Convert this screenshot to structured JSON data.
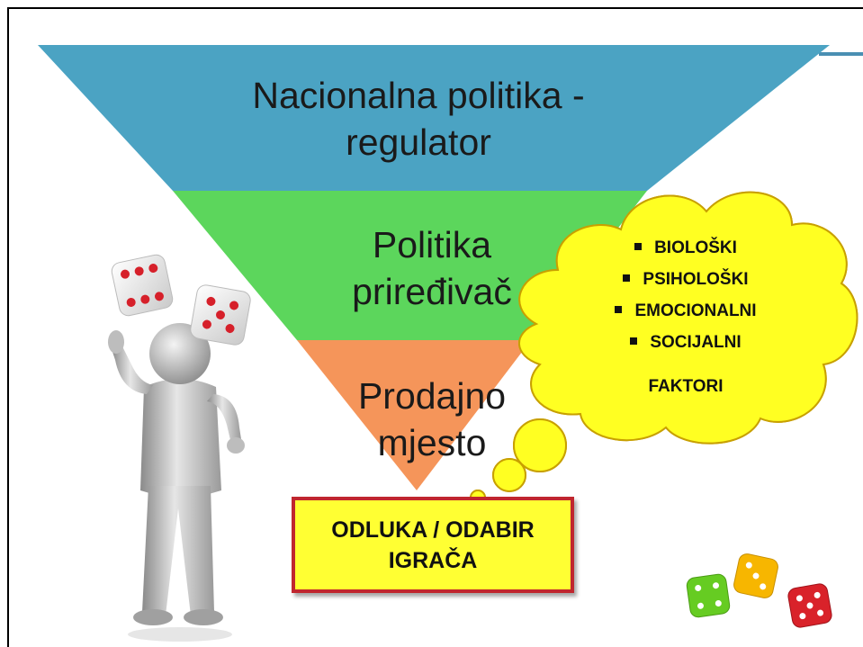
{
  "funnel": {
    "level1": {
      "line1": "Nacionalna politika -",
      "line2": "regulator",
      "color": "#4ba3c3"
    },
    "level2": {
      "line1": "Politika",
      "line2": "priređivač",
      "color": "#5cd65c"
    },
    "level3": {
      "line1": "Prodajno",
      "line2": "mjesto",
      "color": "#f5955a"
    }
  },
  "thought_cloud": {
    "color": "#ffff22",
    "items": [
      "BIOLOŠKI",
      "PSIHOLOŠKI",
      "EMOCIONALNI",
      "SOCIJALNI"
    ],
    "extra": "FAKTORI"
  },
  "decision_box": {
    "line1": "ODLUKA / ODABIR",
    "line2": "IGRAČA"
  },
  "dice_colors": [
    "#66cc22",
    "#f7b600",
    "#d9222a"
  ]
}
